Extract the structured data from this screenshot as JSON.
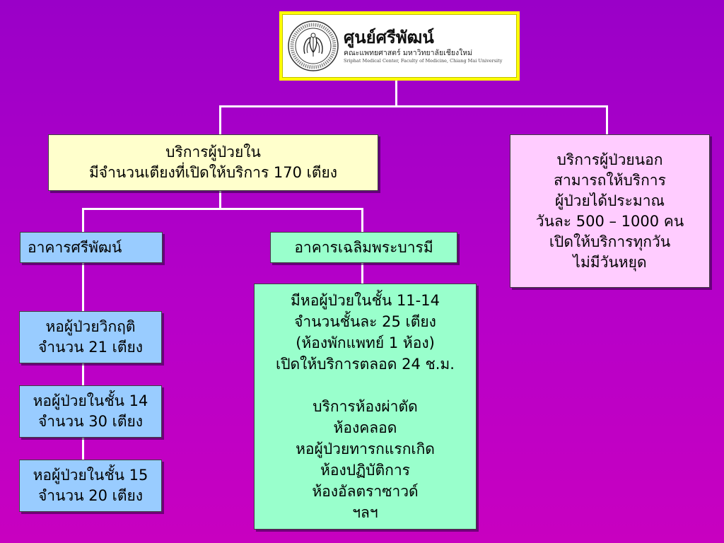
{
  "logo": {
    "name_th": "ศูนย์ศรีพัฒน์",
    "subtitle_th": "คณะแพทยศาสตร์ มหาวิทยาลัยเชียงใหม่",
    "subtitle_en": "Sriphat Medical Center, Faculty of Medicine, Chiang Mai University"
  },
  "inpatient": {
    "lines": [
      "บริการผู้ป่วยใน",
      "มีจำนวนเตียงที่เปิดให้บริการ 170 เตียง"
    ]
  },
  "outpatient": {
    "lines": [
      "บริการผู้ป่วยนอก",
      "สามารถให้บริการ",
      "ผู้ป่วยได้ประมาณ",
      "วันละ 500 – 1000 คน",
      "เปิดให้บริการทุกวัน",
      "ไม่มีวันหยุด"
    ]
  },
  "buildings": {
    "sriphat": "อาคารศรีพัฒน์",
    "chalerm": "อาคารเฉลิมพระบารมี"
  },
  "sriphat_wards": [
    {
      "lines": [
        "หอผู้ป่วยวิกฤติ",
        "จำนวน 21 เตียง"
      ]
    },
    {
      "lines": [
        "หอผู้ป่วยในชั้น 14",
        "จำนวน 30 เตียง"
      ]
    },
    {
      "lines": [
        "หอผู้ป่วยในชั้น 15",
        "จำนวน 20 เตียง"
      ]
    }
  ],
  "chalerm_details": {
    "lines": [
      "มีหอผู้ป่วยในชั้น 11-14",
      "จำนวนชั้นละ  25 เตียง",
      "(ห้องพักแพทย์ 1 ห้อง)",
      "เปิดให้บริการตลอด 24 ช.ม.",
      "",
      "บริการห้องผ่าตัด",
      "ห้องคลอด",
      "หอผู้ป่วยทารกแรกเกิด",
      "ห้องปฏิบัติการ",
      "ห้องอัลตราซาวด์",
      "ฯลฯ"
    ]
  },
  "colors": {
    "background": "#b000c8",
    "inpatient_box": "#ffffcc",
    "outpatient_box": "#ffccff",
    "sriphat_boxes": "#99ccff",
    "chalerm_boxes": "#99ffcc",
    "connector": "#ffffff",
    "logo_frame": "#ffff00"
  }
}
